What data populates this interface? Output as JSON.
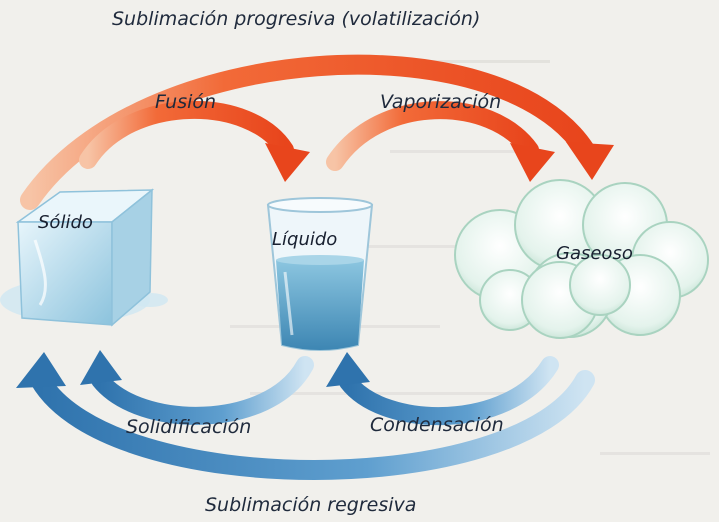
{
  "states": {
    "solid": "Sólido",
    "liquid": "Líquido",
    "gas": "Gaseoso"
  },
  "processes": {
    "sublimation_progressive": "Sublimación progresiva (volatilización)",
    "fusion": "Fusión",
    "vaporization": "Vaporización",
    "solidification": "Solidificación",
    "condensation": "Condensación",
    "sublimation_regressive": "Sublimación regresiva"
  },
  "colors": {
    "heating_arrow": "#f05a2a",
    "cooling_arrow": "#3a7fb8",
    "ice": "#b8dcee",
    "water": "#5ea6cc",
    "cloud": "#dbeee5"
  }
}
